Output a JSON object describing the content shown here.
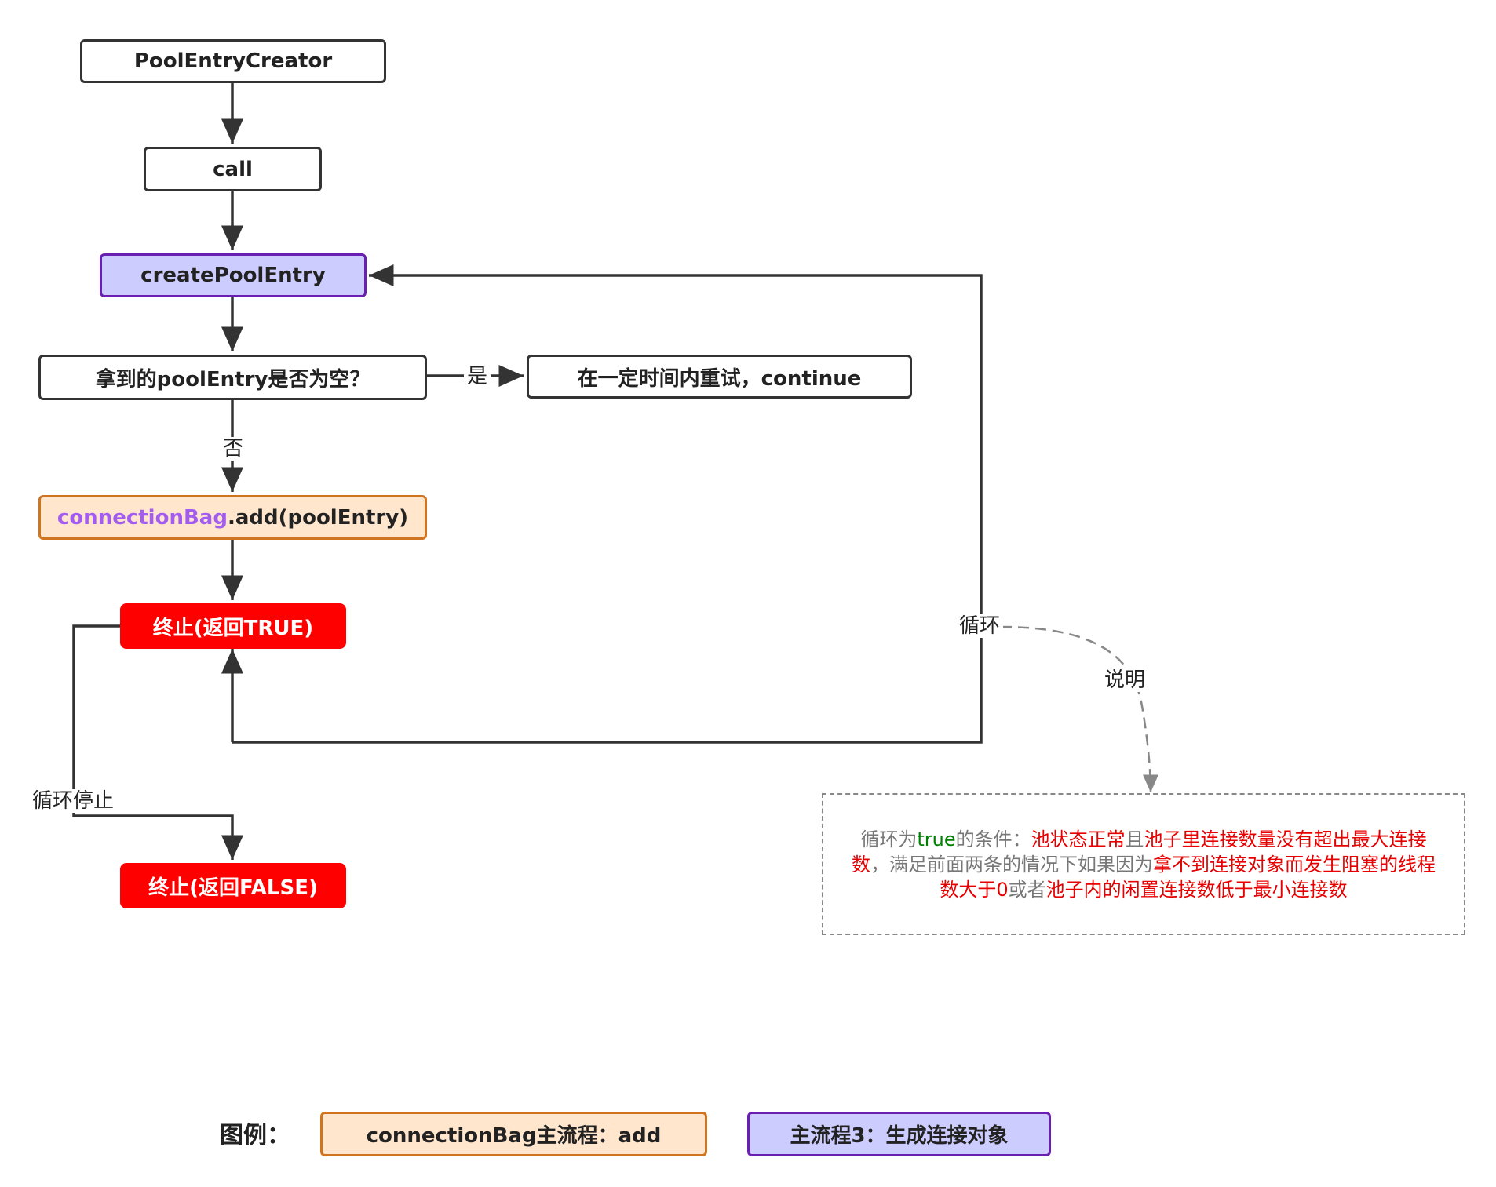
{
  "nodes": {
    "pool_entry_creator": "PoolEntryCreator",
    "call": "call",
    "create_pool_entry": "createPoolEntry",
    "check_empty": "拿到的poolEntry是否为空？",
    "retry": "在一定时间内重试，continue",
    "add_accent": "connectionBag",
    "add_rest": ".add(poolEntry)",
    "stop_true": "终止(返回TRUE)",
    "stop_false": "终止(返回FALSE)"
  },
  "edge_labels": {
    "yes": "是",
    "no": "否",
    "loop": "循环",
    "loop_stop": "循环停止",
    "explain": "说明"
  },
  "note": {
    "p1": "循环为",
    "p2": "true",
    "p3": "的条件：",
    "p4": "池状态正常",
    "p5": "且",
    "p6": "池子里连接数量没有超出最大连接数",
    "p7": "，满足前面两条的情况下如果因为",
    "p8": "拿不到连接对象而发生阻塞的线程数大于0",
    "p9": "或者",
    "p10": "池子内的闲置连接数低于最小连接数"
  },
  "legend": {
    "title": "图例：",
    "item1": "connectionBag主流程：add",
    "item2": "主流程3：生成连接对象"
  },
  "colors": {
    "purple_fill": "#ccccff",
    "purple_border": "#6a1fb3",
    "orange_fill": "#ffe6cc",
    "orange_border": "#d0741f",
    "terminal_red": "#ff0000",
    "accent_violet": "#a35cf0",
    "note_red": "#e60000",
    "note_green": "#008000"
  }
}
